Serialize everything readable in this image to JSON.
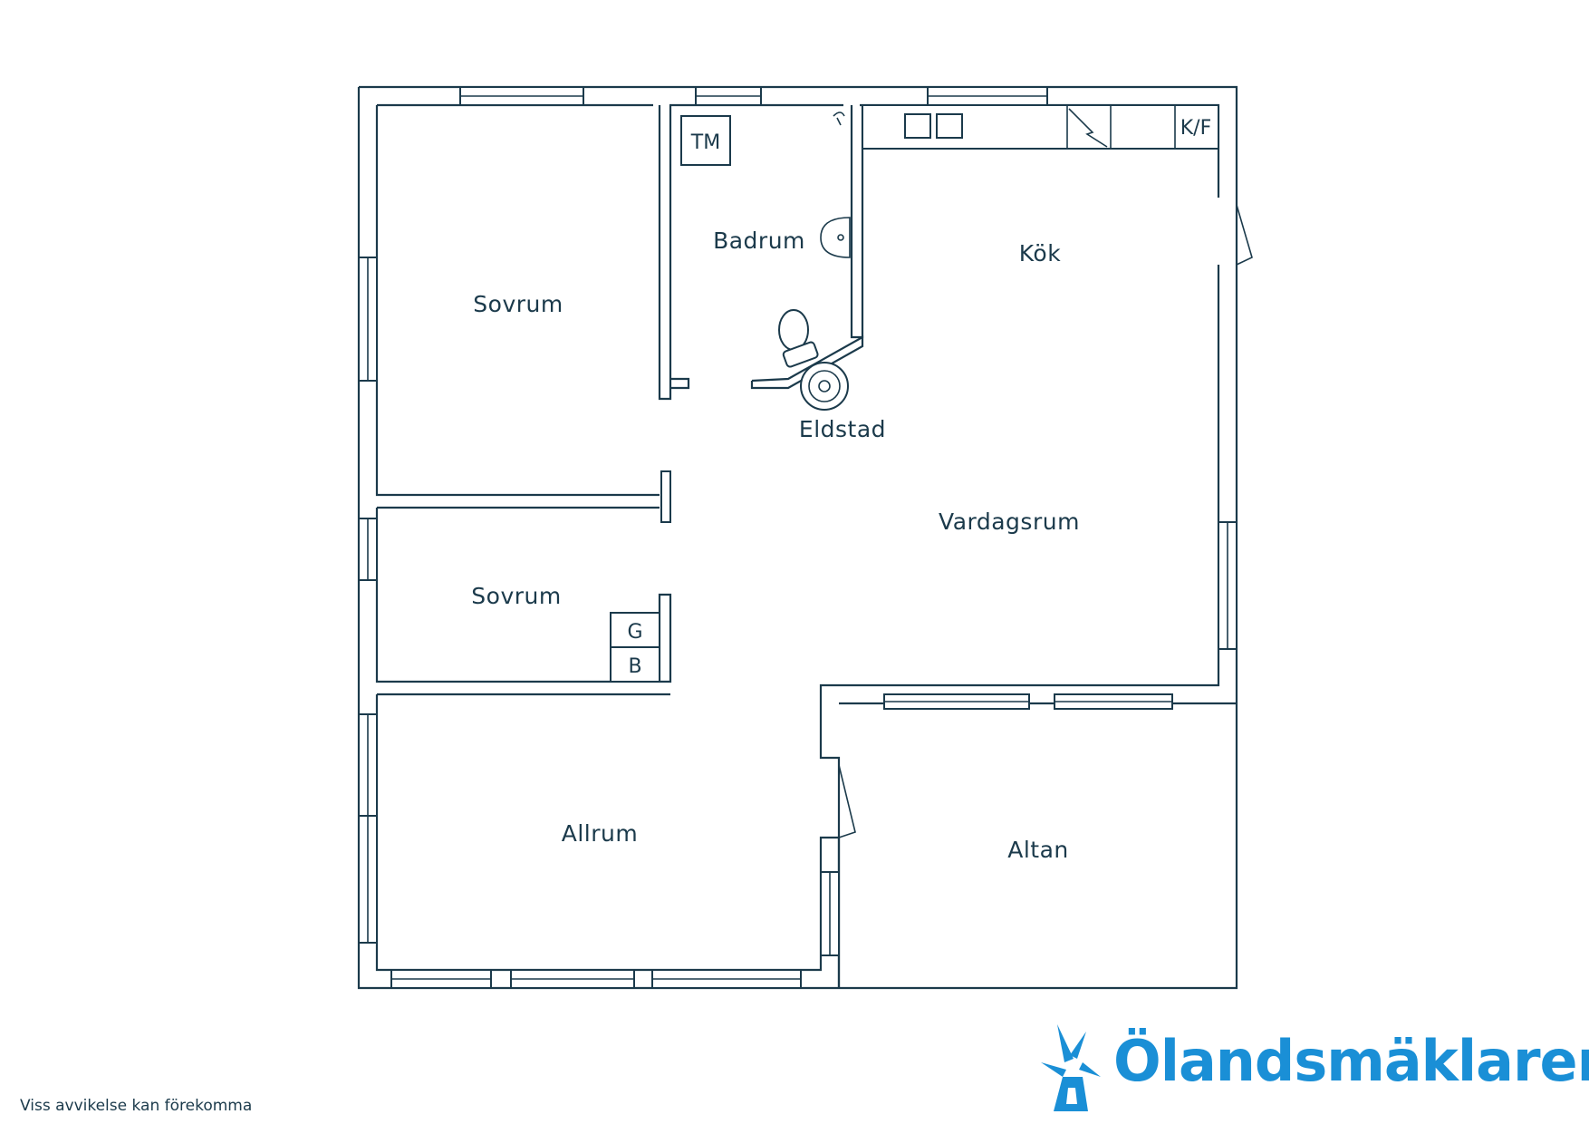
{
  "rooms": {
    "sovrum_1": "Sovrum",
    "badrum": "Badrum",
    "kok": "Kök",
    "eldstad": "Eldstad",
    "vardagsrum": "Vardagsrum",
    "sovrum_2": "Sovrum",
    "allrum": "Allrum",
    "altan": "Altan"
  },
  "fixtures": {
    "tm": "TM",
    "kf": "K/F",
    "g": "G",
    "b": "B"
  },
  "disclaimer": "Viss avvikelse kan förekomma",
  "brand": {
    "name": "Ölandsmäklaren",
    "color": "#1a8fd6"
  },
  "colors": {
    "line": "#1b3a4b"
  },
  "icons": {
    "logo": "windmill-logo-icon"
  }
}
